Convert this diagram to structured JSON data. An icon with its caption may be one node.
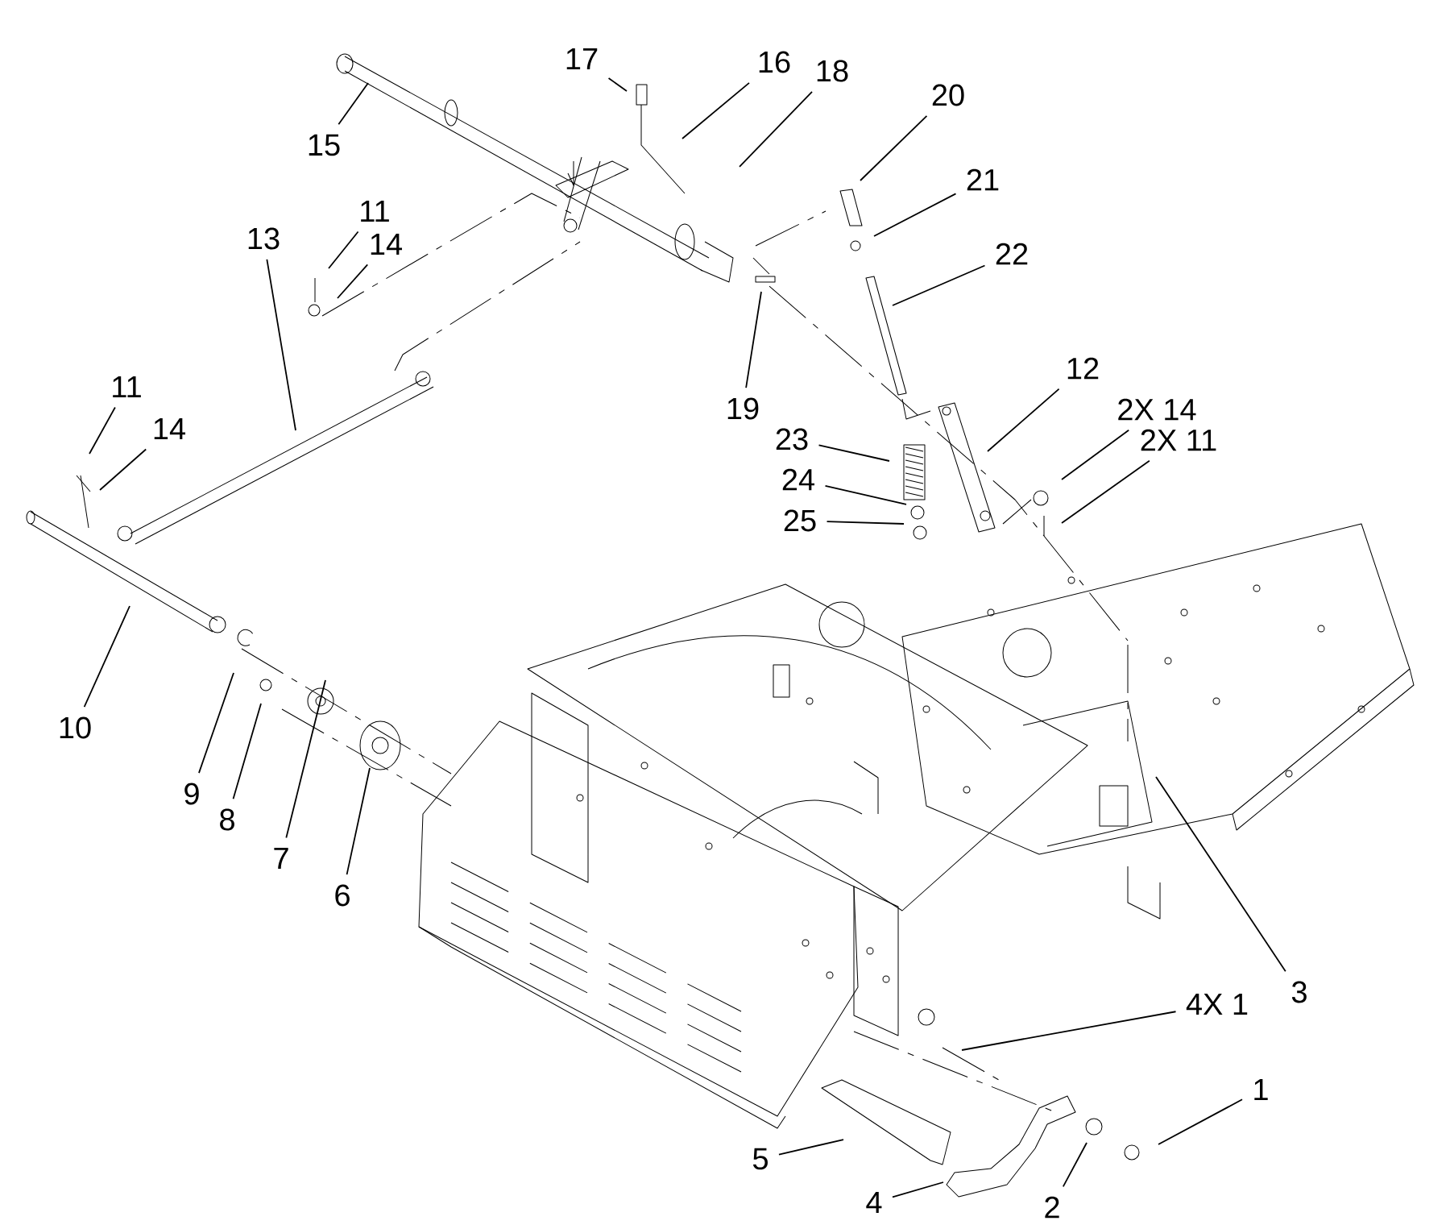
{
  "diagram": {
    "nodes": [
      {
        "text": [
          "17"
        ]
      },
      {
        "text": [
          "16"
        ]
      },
      {
        "text": [
          "18"
        ]
      },
      {
        "text": [
          "20"
        ]
      },
      {
        "text": [
          "15"
        ]
      },
      {
        "text": [
          "21"
        ]
      },
      {
        "text": [
          "11"
        ]
      },
      {
        "text": [
          "13"
        ]
      },
      {
        "text": [
          "14"
        ]
      },
      {
        "text": [
          "22"
        ]
      },
      {
        "text": [
          "12"
        ]
      },
      {
        "text": [
          "11"
        ]
      },
      {
        "text": [
          "19"
        ]
      },
      {
        "text": [
          "2X 14"
        ]
      },
      {
        "text": [
          "14"
        ]
      },
      {
        "text": [
          "23"
        ]
      },
      {
        "text": [
          "2X 11"
        ]
      },
      {
        "text": [
          "24"
        ]
      },
      {
        "text": [
          "25"
        ]
      },
      {
        "text": [
          "10"
        ]
      },
      {
        "text": [
          "9"
        ]
      },
      {
        "text": [
          "8"
        ]
      },
      {
        "text": [
          "7"
        ]
      },
      {
        "text": [
          "6"
        ]
      },
      {
        "text": [
          "3"
        ]
      },
      {
        "text": [
          "4X 1"
        ]
      },
      {
        "text": [
          "1"
        ]
      },
      {
        "text": [
          "5"
        ]
      },
      {
        "text": [
          "4"
        ]
      },
      {
        "text": [
          "2"
        ]
      }
    ],
    "edges": [
      {
        "from": 0,
        "to": null,
        "arrow": "none"
      },
      {
        "from": 1,
        "to": null,
        "arrow": "none"
      },
      {
        "from": 2,
        "to": null,
        "arrow": "none"
      },
      {
        "from": 3,
        "to": null,
        "arrow": "none"
      },
      {
        "from": 4,
        "to": null,
        "arrow": "none"
      },
      {
        "from": 5,
        "to": null,
        "arrow": "none"
      },
      {
        "from": 6,
        "to": null,
        "arrow": "none"
      },
      {
        "from": 7,
        "to": null,
        "arrow": "none"
      },
      {
        "from": 8,
        "to": null,
        "arrow": "none"
      },
      {
        "from": 9,
        "to": null,
        "arrow": "none"
      },
      {
        "from": 10,
        "to": null,
        "arrow": "none"
      },
      {
        "from": 11,
        "to": null,
        "arrow": "none"
      },
      {
        "from": 12,
        "to": null,
        "arrow": "none"
      },
      {
        "from": 13,
        "to": null,
        "arrow": "none"
      },
      {
        "from": 14,
        "to": null,
        "arrow": "none"
      },
      {
        "from": 15,
        "to": null,
        "arrow": "none"
      },
      {
        "from": 16,
        "to": null,
        "arrow": "none"
      },
      {
        "from": 17,
        "to": null,
        "arrow": "none"
      },
      {
        "from": 18,
        "to": null,
        "arrow": "none"
      },
      {
        "from": 19,
        "to": null,
        "arrow": "none"
      },
      {
        "from": 20,
        "to": null,
        "arrow": "none"
      },
      {
        "from": 21,
        "to": null,
        "arrow": "none"
      },
      {
        "from": 22,
        "to": null,
        "arrow": "none"
      },
      {
        "from": 23,
        "to": null,
        "arrow": "none"
      },
      {
        "from": 24,
        "to": null,
        "arrow": "none"
      },
      {
        "from": 25,
        "to": null,
        "arrow": "none"
      },
      {
        "from": 26,
        "to": null,
        "arrow": "none"
      },
      {
        "from": 27,
        "to": null,
        "arrow": "none"
      },
      {
        "from": 28,
        "to": null,
        "arrow": "none"
      },
      {
        "from": 29,
        "to": null,
        "arrow": "none"
      }
    ]
  }
}
